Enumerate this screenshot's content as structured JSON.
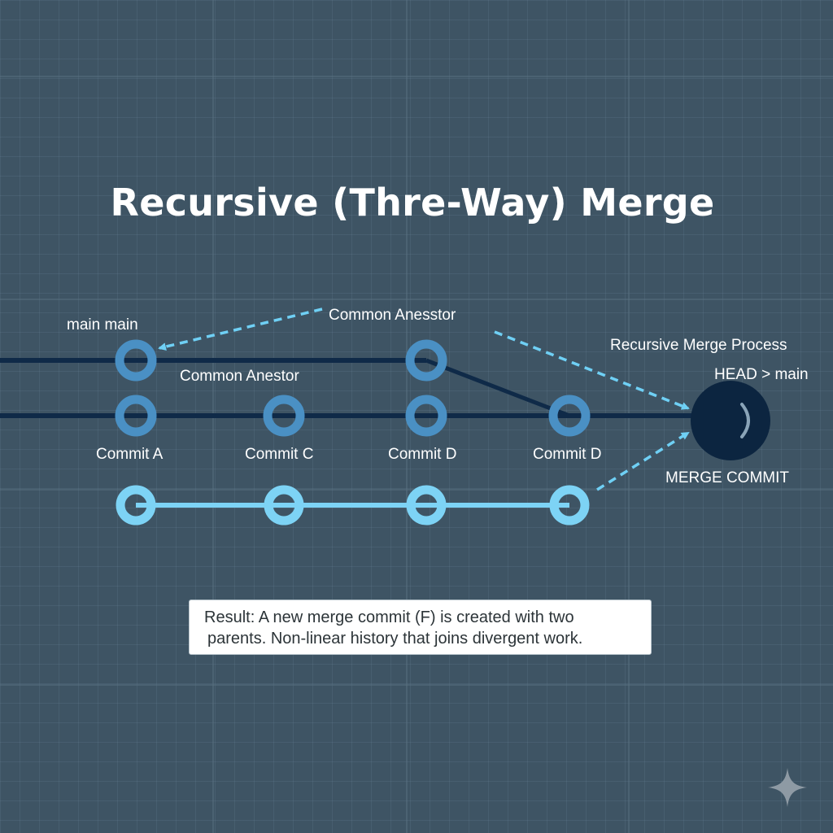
{
  "title": "Recursive (Thre-Way) Merge",
  "labels": {
    "main_top": "main  main",
    "common_ancestor_top": "Common Anesstor",
    "common_ancestor_mid": "Common Anestor",
    "recursive_merge_process": "Recursive Merge Process",
    "head_main": "HEAD > main",
    "commit_a": "Commit A",
    "commit_c": "Commit C",
    "commit_d1": "Commit D",
    "commit_d2": "Commit D",
    "merge_commit": "MERGE COMMIT"
  },
  "result": {
    "line1": "Result: A new merge commit (F) is created with two",
    "line2": "parents. Non-linear history that joins divergent work."
  },
  "colors": {
    "background": "#3e5464",
    "main_line": "#0f2a48",
    "commit_node": "#4a90c4",
    "feature_node": "#7dd3f5",
    "merge_node": "#0c2540",
    "arrow": "#6fd0f5"
  },
  "icons": {
    "watermark": "sparkle-icon"
  }
}
